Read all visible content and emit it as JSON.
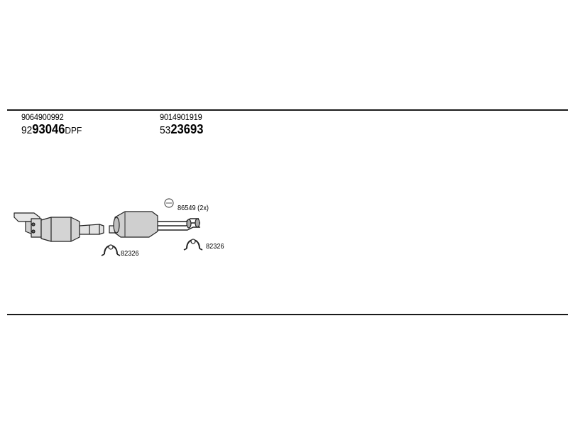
{
  "parts": [
    {
      "oe_number": "9064900992",
      "prefix": "92",
      "number": "93046",
      "suffix": "DPF"
    },
    {
      "oe_number": "9014901919",
      "prefix": "53",
      "number": "23693",
      "suffix": ""
    }
  ],
  "callouts": {
    "hanger": "86549 (2x)",
    "clamp_left": "82326",
    "clamp_right": "82326"
  }
}
